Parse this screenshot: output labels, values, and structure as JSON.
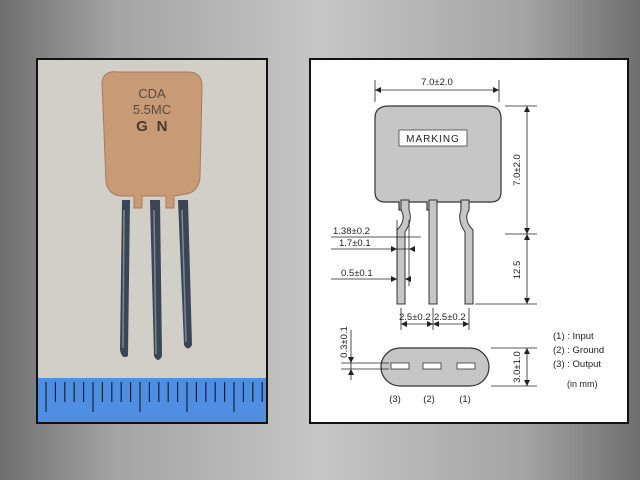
{
  "photo": {
    "component_text": [
      "CDA",
      "5.5MC",
      "G",
      "N"
    ],
    "colors": {
      "body": "#c89a76",
      "lead": "#3a4656",
      "ruler": "#4f8ee0",
      "background": "#d2cfc8"
    }
  },
  "drawing": {
    "dimensions": {
      "body_width": "7.0±2.0",
      "body_height": "7.0±2.0",
      "lead_length": "12.5",
      "lead_bend": "1.38±0.2",
      "lead_gap": "1.7±0.1",
      "lead_width": "0.5±0.1",
      "pitch_left": "2.5±0.2",
      "pitch_right": "2.5±0.2",
      "lead_thickness": "0.3±0.1",
      "body_thickness": "3.0±1.0"
    },
    "marking": "MARKING",
    "pin_labels": [
      "(3)",
      "(2)",
      "(1)"
    ],
    "legend": [
      "(1) : Input",
      "(2) : Ground",
      "(3) : Output"
    ],
    "unit_note": "(in mm)"
  }
}
